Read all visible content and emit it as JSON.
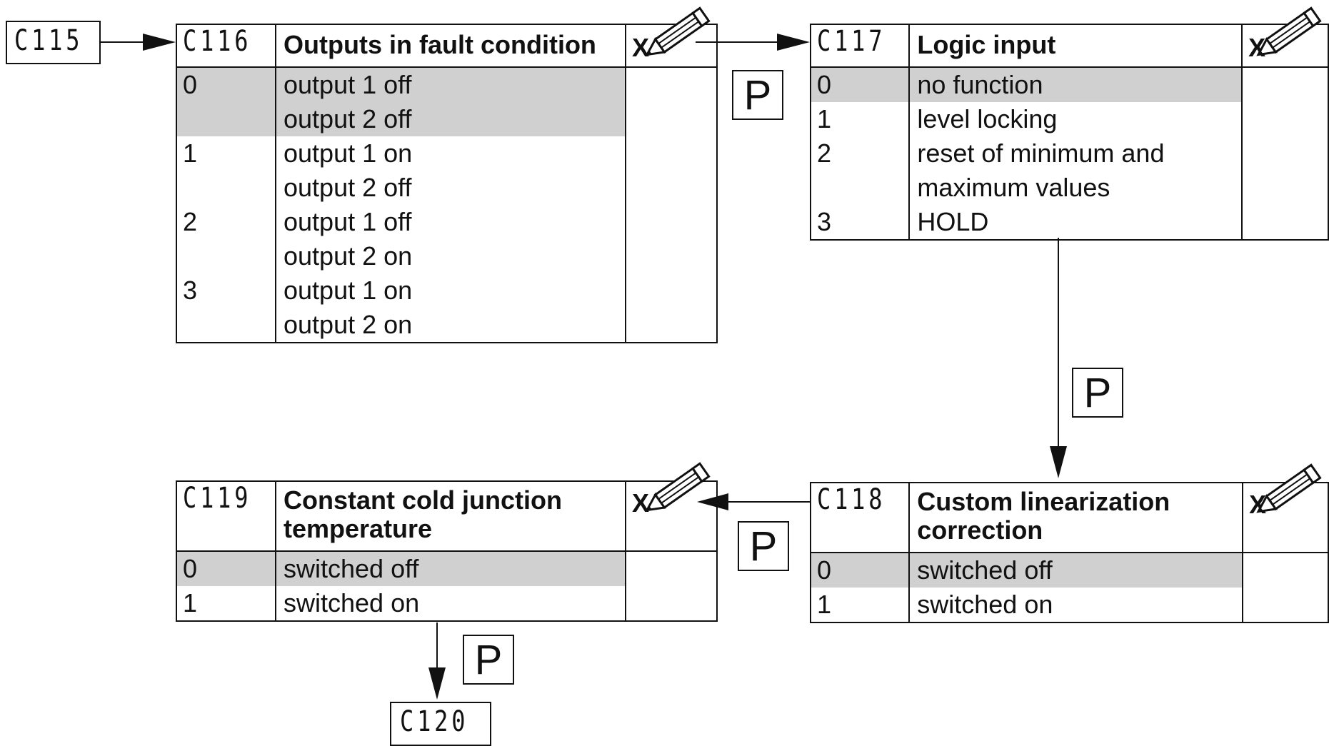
{
  "blocks": {
    "c115": {
      "code": "C115"
    },
    "c116": {
      "code": "C116",
      "title": "Outputs in fault condition",
      "x": "X",
      "rows": [
        {
          "num": "0",
          "lines": [
            "output 1 off",
            "output 2 off"
          ],
          "selected": true
        },
        {
          "num": "1",
          "lines": [
            "output 1 on",
            "output 2 off"
          ]
        },
        {
          "num": "2",
          "lines": [
            "output 1 off",
            "output 2 on"
          ]
        },
        {
          "num": "3",
          "lines": [
            "output 1 on",
            "output 2 on"
          ]
        }
      ]
    },
    "c117": {
      "code": "C117",
      "title": "Logic input",
      "x": "X",
      "rows": [
        {
          "num": "0",
          "lines": [
            "no function"
          ],
          "selected": true
        },
        {
          "num": "1",
          "lines": [
            "level locking"
          ]
        },
        {
          "num": "2",
          "lines": [
            "reset of minimum and",
            "maximum values"
          ]
        },
        {
          "num": "3",
          "lines": [
            "HOLD"
          ]
        }
      ]
    },
    "c118": {
      "code": "C118",
      "title_lines": [
        "Custom linearization",
        "correction"
      ],
      "x": "X",
      "rows": [
        {
          "num": "0",
          "lines": [
            "switched off"
          ],
          "selected": true
        },
        {
          "num": "1",
          "lines": [
            "switched on"
          ]
        }
      ]
    },
    "c119": {
      "code": "C119",
      "title_lines": [
        "Constant cold junction",
        "temperature"
      ],
      "x": "X",
      "rows": [
        {
          "num": "0",
          "lines": [
            "switched off"
          ],
          "selected": true
        },
        {
          "num": "1",
          "lines": [
            "switched on"
          ]
        }
      ]
    },
    "c120": {
      "code": "C120"
    }
  },
  "keys": {
    "p": "P"
  },
  "icons": {
    "edit": "pencil-icon",
    "flow": "arrow-icon"
  }
}
